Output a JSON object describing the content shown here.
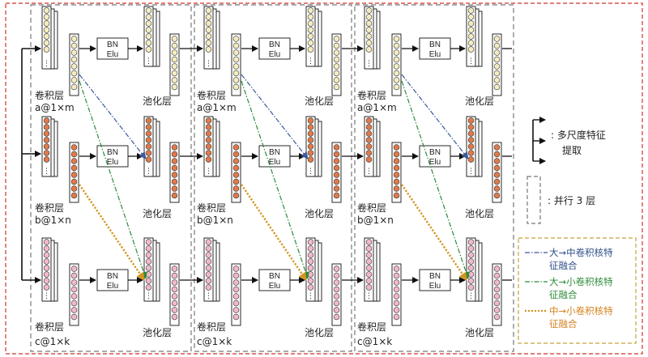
{
  "labels": {
    "conv": "卷积层",
    "pool": "池化层",
    "bn": "BN",
    "elu": "Elu"
  },
  "sizes": {
    "top": "a@1×m",
    "mid": "b@1×n",
    "bot": "c@1×k"
  },
  "legend": {
    "multiscale_line1": ": 多尺度特征",
    "multiscale_line2": "提取",
    "parallel": ": 并行 3 层",
    "fuse1_line1": "大→中卷积核特",
    "fuse1_line2": "征融合",
    "fuse2_line1": "大→小卷积核特",
    "fuse2_line2": "征融合",
    "fuse3_line1": "中→小卷积核特",
    "fuse3_line2": "征融合"
  },
  "colors": {
    "outer_border": "#d0312d",
    "top_node": "#f4ecc0",
    "mid_node": "#e07a4a",
    "bot_node": "#f2b8cc",
    "fuse_blue": "#3a5a9a",
    "fuse_green": "#2e8b3a",
    "fuse_orange": "#d4951e",
    "legend_border": "#c9a13a"
  }
}
